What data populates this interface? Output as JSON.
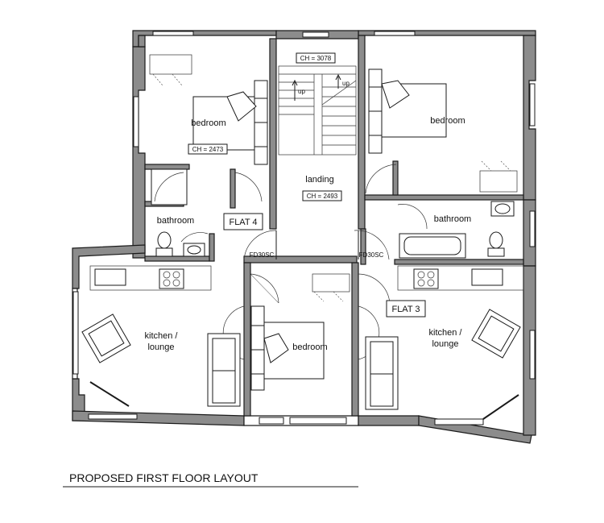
{
  "title": "PROPOSED FIRST FLOOR LAYOUT",
  "flats": {
    "flat4": "FLAT 4",
    "flat3": "FLAT 3"
  },
  "rooms": {
    "bedroom_nw": "bedroom",
    "bedroom_ne": "bedroom",
    "bedroom_s": "bedroom",
    "bathroom_w": "bathroom",
    "bathroom_e": "bathroom",
    "landing": "landing",
    "kitchen_w_line1": "kitchen /",
    "kitchen_w_line2": "lounge",
    "kitchen_e_line1": "kitchen /",
    "kitchen_e_line2": "lounge"
  },
  "ceiling_heights": {
    "stair": "CH = 3078",
    "bedroom_nw": "CH = 2473",
    "landing": "CH = 2493"
  },
  "stair_labels": {
    "up_left": "up",
    "up_right": "up"
  },
  "fire_doors": {
    "left": "FD30SC",
    "right": "FD30SC"
  },
  "colors": {
    "wall_fill": "#8c8c8c",
    "line": "#1a1a1a",
    "background": "#ffffff"
  }
}
